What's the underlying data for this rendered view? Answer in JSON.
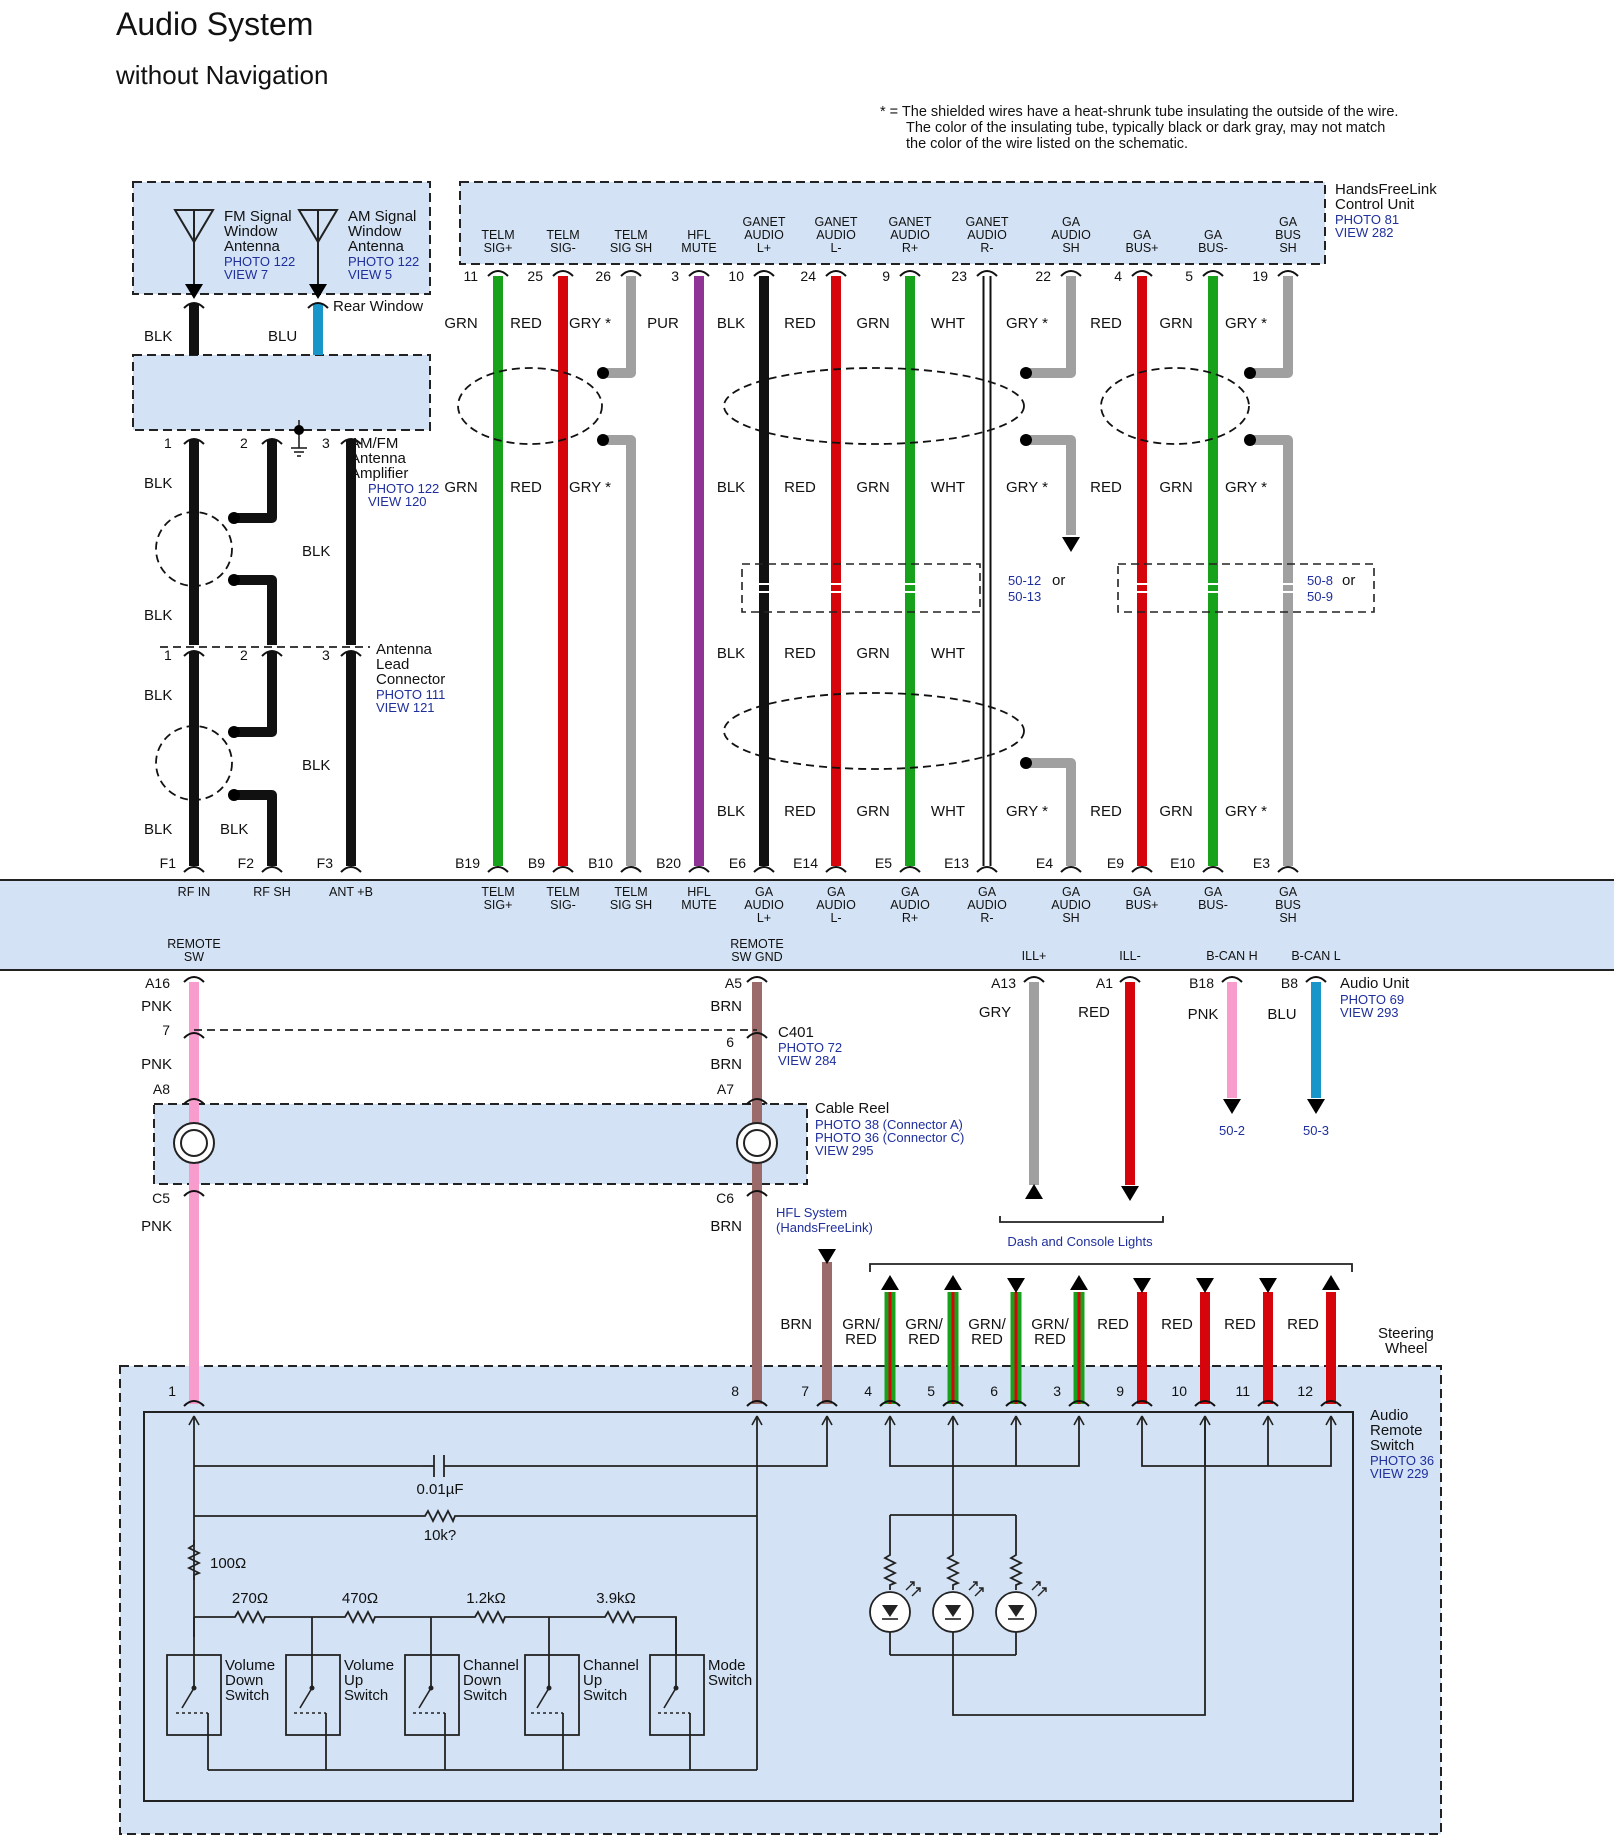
{
  "header": {
    "title": "Audio System",
    "subtitle": "without Navigation",
    "footnote": [
      "* = The shielded wires have a heat-shrunk tube insulating the outside of the wire.",
      "The color of the insulating tube, typically black or dark gray, may not match",
      "the color of the wire listed on the schematic."
    ]
  },
  "colors": {
    "box_fill": "#d3e3f5",
    "grn": "#18a21b",
    "red": "#d5050b",
    "gry": "#a0a0a0",
    "blk": "#111111",
    "pur": "#8f3494",
    "pnk": "#f79ccd",
    "brn": "#9b6a6a",
    "blu": "#1896c9",
    "ref_text": "#1f2f9c"
  },
  "antennas": {
    "fm": [
      "FM Signal",
      "Window",
      "Antenna"
    ],
    "fm_ref": [
      "PHOTO 122",
      "VIEW 7"
    ],
    "am": [
      "AM Signal",
      "Window",
      "Antenna"
    ],
    "am_ref": [
      "PHOTO 122",
      "VIEW 5"
    ],
    "rear_window": "Rear Window",
    "wire_blk": "BLK",
    "wire_blu": "BLU"
  },
  "amplifier": {
    "name": [
      "AM/FM",
      "Antenna",
      "Amplifier"
    ],
    "ref": [
      "PHOTO 122",
      "VIEW 120"
    ],
    "pins": [
      "1",
      "2",
      "3"
    ],
    "wires": {
      "w1": "BLK",
      "w2": "BLK",
      "w3": "BLK"
    }
  },
  "lead_connector": {
    "name": [
      "Antenna",
      "Lead",
      "Connector"
    ],
    "ref": [
      "PHOTO 111",
      "VIEW 121"
    ],
    "pins": [
      "1",
      "2",
      "3"
    ],
    "wires": {
      "w1": "BLK",
      "w3": "BLK",
      "w1b": "BLK",
      "w2b": "BLK"
    }
  },
  "hfl_unit": {
    "name": [
      "HandsFreeLink",
      "Control Unit"
    ],
    "ref": [
      "PHOTO 81",
      "VIEW 282"
    ],
    "pin_labels": [
      [
        "TELM",
        "SIG+"
      ],
      [
        "TELM",
        "SIG-"
      ],
      [
        "TELM",
        "SIG SH"
      ],
      [
        "HFL",
        "MUTE"
      ],
      [
        "GANET",
        "AUDIO",
        "L+"
      ],
      [
        "GANET",
        "AUDIO",
        "L-"
      ],
      [
        "GANET",
        "AUDIO",
        "R+"
      ],
      [
        "GANET",
        "AUDIO",
        "R-"
      ],
      [
        "GA",
        "AUDIO",
        "SH"
      ],
      [
        "GA",
        "BUS+"
      ],
      [
        "GA",
        "BUS-"
      ],
      [
        "GA",
        "BUS",
        "SH"
      ]
    ],
    "pins": [
      "11",
      "25",
      "26",
      "3",
      "10",
      "24",
      "9",
      "23",
      "22",
      "4",
      "5",
      "19"
    ]
  },
  "hfl_wires": {
    "top": [
      "GRN",
      "RED",
      "GRY *",
      "PUR",
      "BLK",
      "RED",
      "GRN",
      "WHT",
      "GRY *",
      "RED",
      "GRN",
      "GRY *"
    ],
    "mid": [
      "GRN",
      "RED",
      "GRY *",
      "BLK",
      "RED",
      "GRN",
      "WHT",
      "GRY *",
      "RED",
      "GRN",
      "GRY *"
    ],
    "low": [
      "BLK",
      "RED",
      "GRN",
      "WHT"
    ],
    "bottom": [
      "BLK",
      "RED",
      "GRN",
      "WHT",
      "GRY *",
      "RED",
      "GRN",
      "GRY *"
    ]
  },
  "splices": {
    "a": [
      "50-12",
      "or",
      "50-13"
    ],
    "b": [
      "50-8",
      "or",
      "50-9"
    ]
  },
  "audio_unit": {
    "name": "Audio Unit",
    "ref": [
      "PHOTO 69",
      "VIEW 293"
    ],
    "top_pins": [
      "F1",
      "F2",
      "F3",
      "B19",
      "B9",
      "B10",
      "B20",
      "E6",
      "E14",
      "E5",
      "E13",
      "E4",
      "E9",
      "E10",
      "E3"
    ],
    "top_labels": [
      [
        "RF IN"
      ],
      [
        "RF SH"
      ],
      [
        "ANT +B"
      ],
      [
        "TELM",
        "SIG+"
      ],
      [
        "TELM",
        "SIG-"
      ],
      [
        "TELM",
        "SIG SH"
      ],
      [
        "HFL",
        "MUTE"
      ],
      [
        "GA",
        "AUDIO",
        "L+"
      ],
      [
        "GA",
        "AUDIO",
        "L-"
      ],
      [
        "GA",
        "AUDIO",
        "R+"
      ],
      [
        "GA",
        "AUDIO",
        "R-"
      ],
      [
        "GA",
        "AUDIO",
        "SH"
      ],
      [
        "GA",
        "BUS+"
      ],
      [
        "GA",
        "BUS-"
      ],
      [
        "GA",
        "BUS",
        "SH"
      ]
    ],
    "bottom_labels": [
      [
        "REMOTE",
        "SW"
      ],
      [
        "REMOTE",
        "SW GND"
      ],
      [
        "ILL+"
      ],
      [
        "ILL-"
      ],
      [
        "B-CAN H"
      ],
      [
        "B-CAN L"
      ]
    ],
    "bottom_pins": [
      "A16",
      "A5",
      "A13",
      "A1",
      "B18",
      "B8"
    ],
    "bottom_wires": [
      "PNK",
      "BRN",
      "GRY",
      "RED",
      "PNK",
      "BLU"
    ]
  },
  "c401": {
    "name": "C401",
    "ref": [
      "PHOTO 72",
      "VIEW 284"
    ],
    "pins": [
      "7",
      "6"
    ],
    "wires": [
      "PNK",
      "BRN"
    ]
  },
  "cable_reel": {
    "name": "Cable Reel",
    "ref": [
      "PHOTO 38 (Connector A)",
      "PHOTO 36 (Connector C)",
      "VIEW 295"
    ],
    "pins_top": [
      "A8",
      "A7"
    ],
    "pins_bottom": [
      "C5",
      "C6"
    ],
    "wires": [
      "PNK",
      "BRN"
    ]
  },
  "hfl_system": [
    "HFL System",
    "(HandsFreeLink)"
  ],
  "splice_refs": [
    "50-2",
    "50-3"
  ],
  "dash_lights": "Dash and Console Lights",
  "steering": {
    "name": [
      "Steering",
      "Wheel"
    ],
    "wires": [
      "BRN",
      "GRN/",
      "RED",
      "GRN/",
      "RED",
      "GRN/",
      "RED",
      "GRN/",
      "RED",
      "RED",
      "RED",
      "RED",
      "RED"
    ]
  },
  "remote_switch": {
    "name": [
      "Audio",
      "Remote",
      "Switch"
    ],
    "ref": [
      "PHOTO 36",
      "VIEW 229"
    ],
    "pins": [
      "1",
      "8",
      "7",
      "4",
      "5",
      "6",
      "3",
      "9",
      "10",
      "11",
      "12"
    ],
    "cap": "0.01µF",
    "res_10k": "10k?",
    "res_100": "100Ω",
    "res_chain": [
      "270Ω",
      "470Ω",
      "1.2kΩ",
      "3.9kΩ"
    ],
    "switches": [
      [
        "Volume",
        "Down",
        "Switch"
      ],
      [
        "Volume",
        "Up",
        "Switch"
      ],
      [
        "Channel",
        "Down",
        "Switch"
      ],
      [
        "Channel",
        "Up",
        "Switch"
      ],
      [
        "Mode",
        "Switch"
      ]
    ]
  }
}
